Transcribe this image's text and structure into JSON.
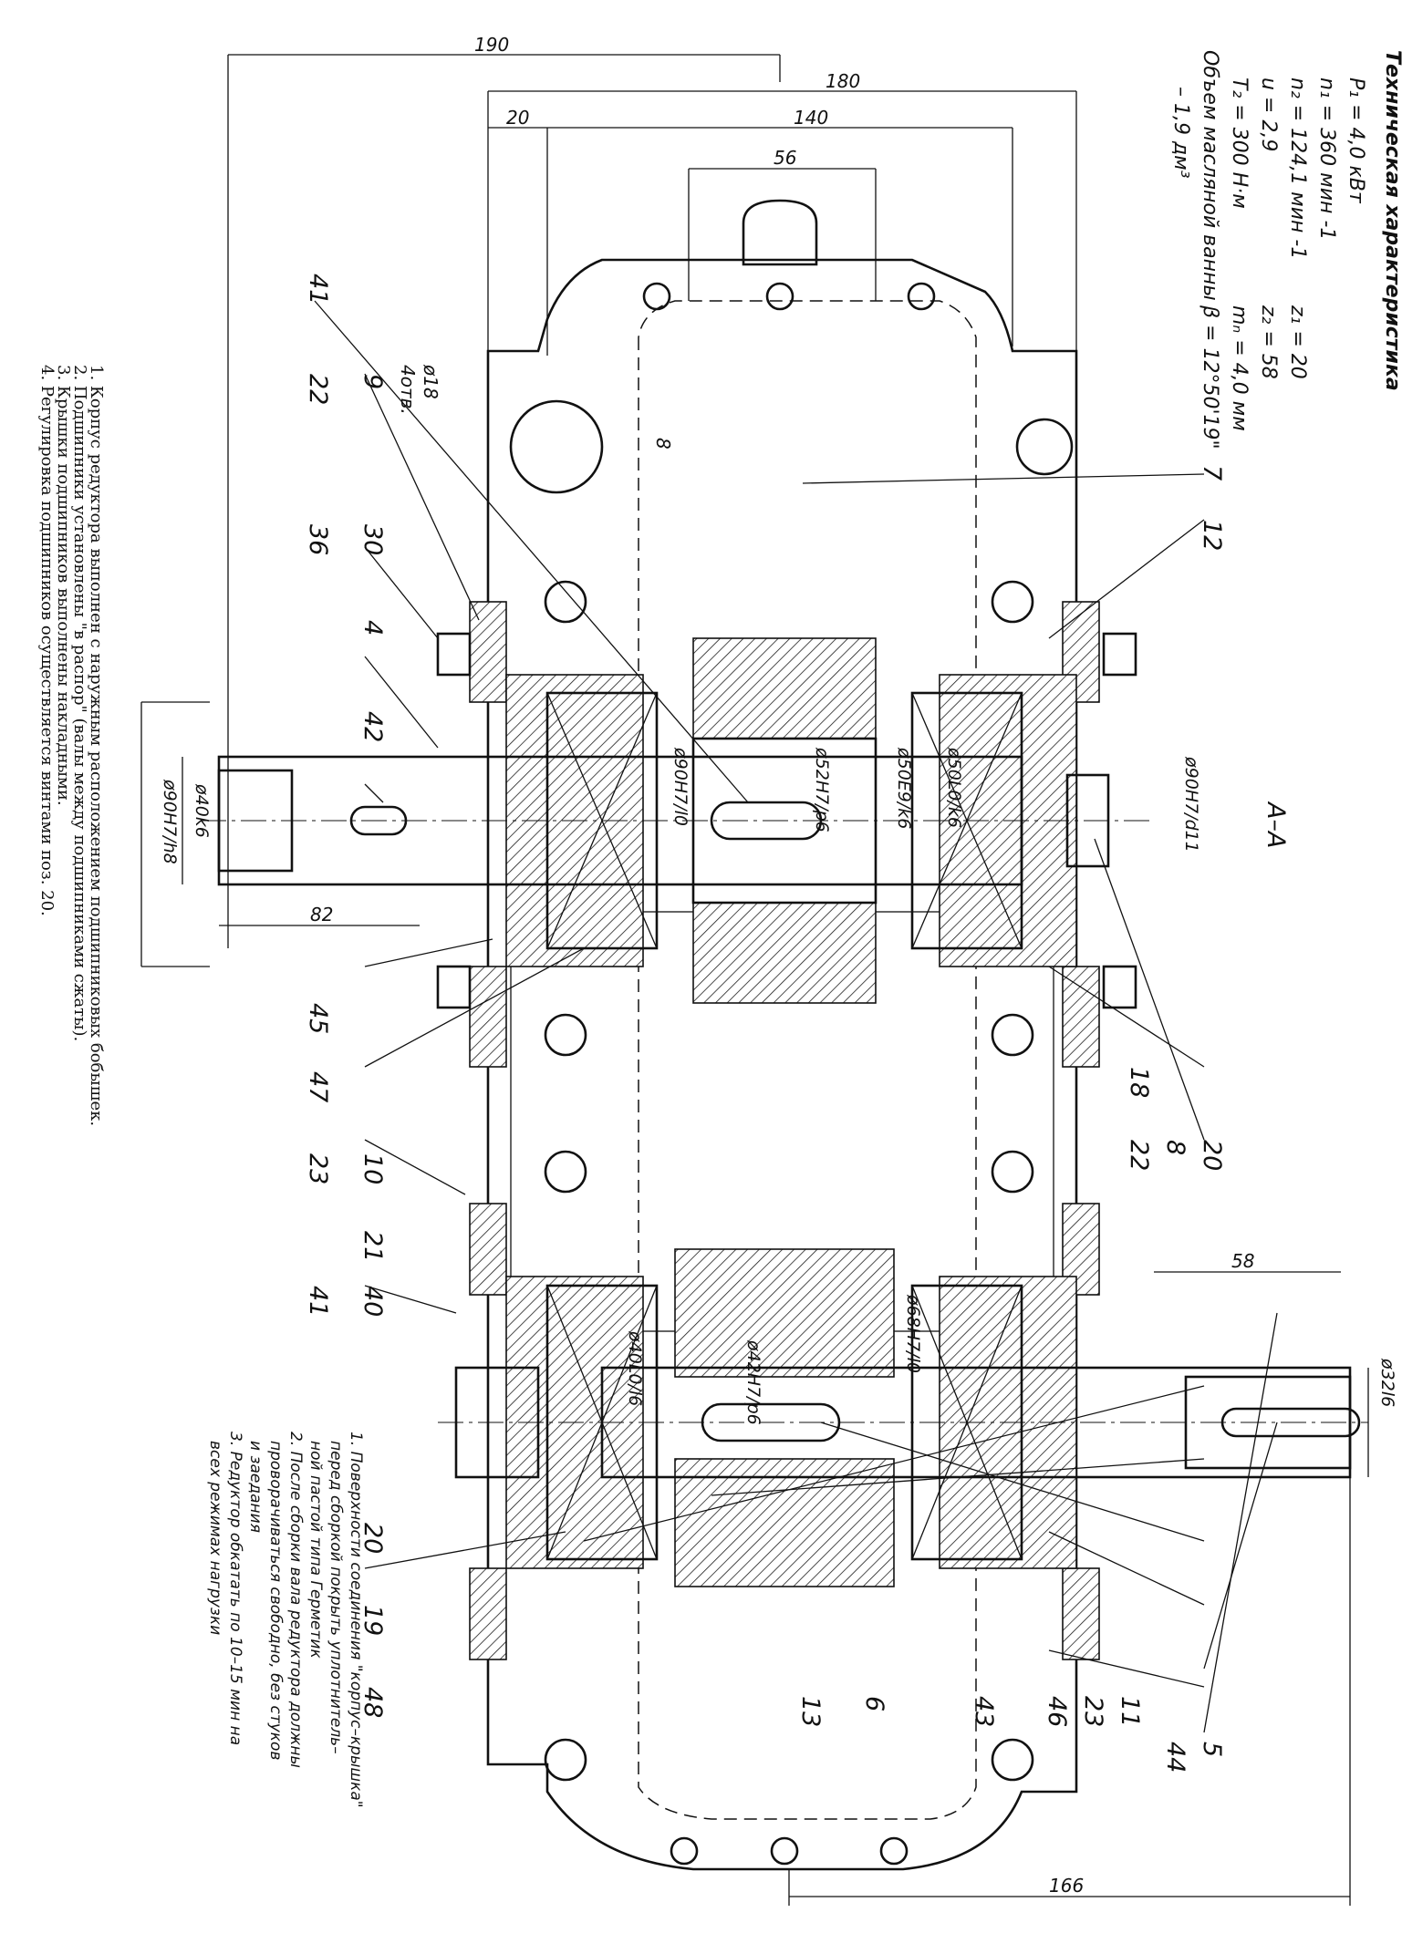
{
  "section_label": "A–A",
  "spec": {
    "title": "Техническая характеристика",
    "lines_left": [
      "P₁ = 4,0     кВт",
      "n₁ = 360     мин -1",
      "n₂ = 124,1   мин -1",
      "u = 2,9",
      "T₂ = 300      Н·м"
    ],
    "lines_right": [
      "z₁ = 20",
      "z₂ = 58",
      "mₙ = 4,0 мм",
      "β = 12°50'19\""
    ],
    "oil_line1": "Объем масляной ванны",
    "oil_line2": "– 1,9 дм³"
  },
  "dimensions": {
    "d190": "190",
    "d180": "180",
    "d20": "20",
    "d140": "140",
    "d56": "56",
    "d8": "8",
    "d82": "82",
    "d58": "58",
    "d166": "166",
    "hole": "ø18",
    "holes": "4отв."
  },
  "fits": {
    "f1": "ø90H7/h8",
    "f2": "ø40k6",
    "f3": "ø90H7/l0",
    "f4": "ø52H7/p6",
    "f5": "ø50E9/k6",
    "f6": "ø50L0/k6",
    "f7": "ø90H7/d11",
    "f8": "ø68H7/l0",
    "f9": "ø42H7/p6",
    "f10": "ø40L0/l6",
    "f11": "ø32l6"
  },
  "leaders_top": [
    "41",
    "22",
    "9",
    "36",
    "30",
    "4",
    "42",
    "45",
    "47",
    "23",
    "10",
    "41",
    "40",
    "21",
    "20",
    "19",
    "48"
  ],
  "leaders_bottom": [
    "7",
    "12",
    "20",
    "8",
    "22",
    "18",
    "5",
    "44",
    "11",
    "23",
    "46",
    "43",
    "6",
    "13"
  ],
  "notes_left": [
    "1. Корпус редуктора выполнен с наружным расположением подшипниковых бобышек.",
    "2. Подшипники установлены \"в распор\" (валы между подшипниками сжаты).",
    "3. Крышки подшипников выполнены накладными.",
    "4. Регулировка подшипников осуществляется винтами поз. 20."
  ],
  "notes_right": [
    "1. Поверхности соединения \"корпус–крышка\"",
    "перед сборкой покрыть уплотнитель–",
    "ной пастой типа Герметик",
    "2. После сборки вала редуктора должны",
    "проворачиваться свободно, без стуков",
    "и заедания",
    "3. Редуктор обкатать по 10–15 мин на",
    "всех режимах нагрузки"
  ]
}
